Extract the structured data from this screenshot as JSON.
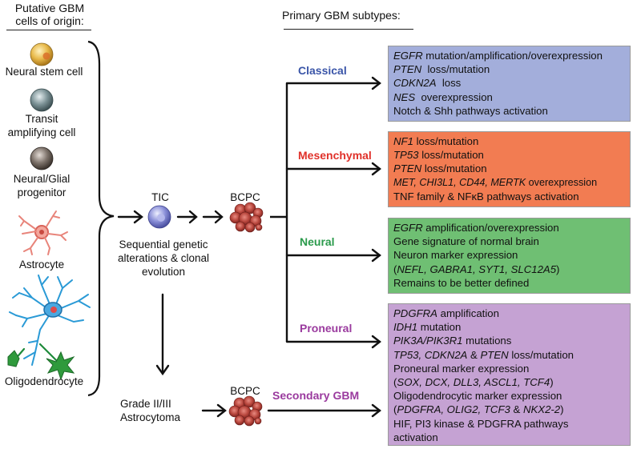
{
  "headers": {
    "origin_line1": "Putative GBM",
    "origin_line2": "cells of origin:",
    "subtypes": "Primary GBM subtypes:"
  },
  "cells": {
    "neural_stem": "Neural stem cell",
    "transit_line1": "Transit",
    "transit_line2": "amplifying cell",
    "progenitor_line1": "Neural/Glial",
    "progenitor_line2": "progenitor",
    "astrocyte": "Astrocyte",
    "oligodendrocyte": "Oligodendrocyte"
  },
  "center": {
    "tic": "TIC",
    "bcpc": "BCPC",
    "sequential_line1": "Sequential genetic",
    "sequential_line2": "alterations & clonal",
    "sequential_line3": "evolution",
    "grade_line1": "Grade II/III",
    "grade_line2": "Astrocytoma",
    "bcpc2": "BCPC"
  },
  "subtypes": {
    "classical": {
      "label": "Classical",
      "color": "#3a55a8",
      "box_color": "#a3aedb"
    },
    "mesenchymal": {
      "label": "Mesenchymal",
      "color": "#e0312a",
      "box_color": "#f27c52"
    },
    "neural": {
      "label": "Neural",
      "color": "#2a9a4b",
      "box_color": "#6fbf73"
    },
    "proneural": {
      "label": "Proneural",
      "color": "#9a3a9e",
      "box_color": "#c5a2d3"
    },
    "secondary": {
      "label": "Secondary GBM",
      "color": "#9a3a9e"
    }
  },
  "boxes": {
    "classical": {
      "l1_i": "EGFR",
      "l1_r": " mutation/amplification/overexpression",
      "l2_i": "PTEN",
      "l2_r": "  loss/mutation",
      "l3_i": "CDKN2A",
      "l3_r": "  loss",
      "l4_i": "NES",
      "l4_r": "  overexpression",
      "l5": "Notch & Shh pathways activation"
    },
    "mesenchymal": {
      "l1_i": "NF1",
      "l1_r": " loss/mutation",
      "l2_i": "TP53",
      "l2_r": " loss/mutation",
      "l3_i": "PTEN",
      "l3_r": " loss/mutation",
      "l4_i": "MET, CHI3L1, CD44, MERTK",
      "l4_r": " overexpression",
      "l5": "TNF family & NFκB pathways activation"
    },
    "neural": {
      "l1_i": "EGFR",
      "l1_r": " amplification/overexpression",
      "l2": "Gene signature of normal brain",
      "l3": "Neuron marker expression",
      "l4_a": "(",
      "l4_i": "NEFL, GABRA1, SYT1, SLC12A5",
      "l4_b": ")",
      "l5": "Remains to be better defined"
    },
    "proneural": {
      "l1_i": "PDGFRA",
      "l1_r": " amplification",
      "l2_i": "IDH1",
      "l2_r": " mutation",
      "l3_i": "PIK3A/PIK3R1",
      "l3_r": " mutations",
      "l4_i": "TP53, CDKN2A",
      "l4_m": " & ",
      "l4_i2": "PTEN",
      "l4_r": " loss/mutation",
      "l5": "Proneural marker expression",
      "l6_a": "(",
      "l6_i": "SOX, DCX, DLL3, ASCL1, TCF4",
      "l6_b": ")",
      "l7": "Oligodendrocytic marker expression",
      "l8_a": "(",
      "l8_i": "PDGFRA, OLIG2, TCF3",
      "l8_m": " & ",
      "l8_i2": "NKX2-2",
      "l8_b": ")",
      "l9": "HIF, PI3 kinase & PDGFRA pathways",
      "l10": "activation"
    }
  }
}
